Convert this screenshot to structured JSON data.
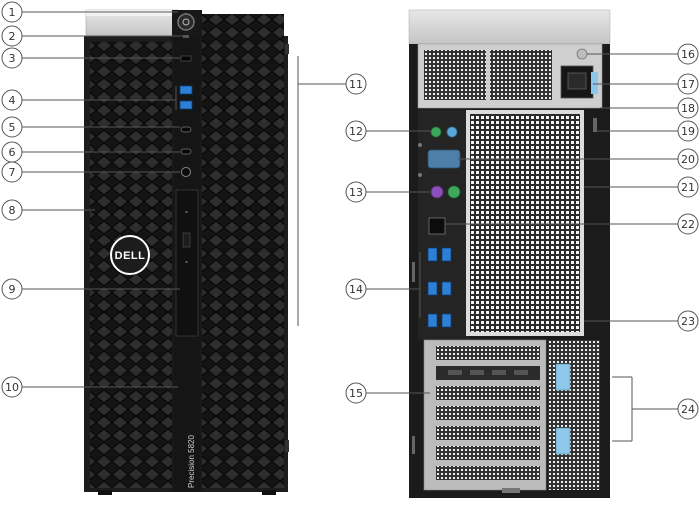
{
  "front": {
    "logo_text": "DELL",
    "model_text": "Precision 5820"
  },
  "callouts": [
    {
      "id": "1",
      "label": "1"
    },
    {
      "id": "2",
      "label": "2"
    },
    {
      "id": "3",
      "label": "3"
    },
    {
      "id": "4",
      "label": "4"
    },
    {
      "id": "5",
      "label": "5"
    },
    {
      "id": "6",
      "label": "6"
    },
    {
      "id": "7",
      "label": "7"
    },
    {
      "id": "8",
      "label": "8"
    },
    {
      "id": "9",
      "label": "9"
    },
    {
      "id": "10",
      "label": "10"
    },
    {
      "id": "11",
      "label": "11"
    },
    {
      "id": "12",
      "label": "12"
    },
    {
      "id": "13",
      "label": "13"
    },
    {
      "id": "14",
      "label": "14"
    },
    {
      "id": "15",
      "label": "15"
    },
    {
      "id": "16",
      "label": "16"
    },
    {
      "id": "17",
      "label": "17"
    },
    {
      "id": "18",
      "label": "18"
    },
    {
      "id": "19",
      "label": "19"
    },
    {
      "id": "20",
      "label": "20"
    },
    {
      "id": "21",
      "label": "21"
    },
    {
      "id": "22",
      "label": "22"
    },
    {
      "id": "23",
      "label": "23"
    },
    {
      "id": "24",
      "label": "24"
    }
  ],
  "colors": {
    "chassis": "#1c1c1c",
    "silver": "#d9d9d9",
    "usb_blue": "#2e7fd6",
    "ps2_purple": "#8a4fb8",
    "ps2_green": "#3da85a",
    "latch_cyan": "#8ec8e8"
  }
}
